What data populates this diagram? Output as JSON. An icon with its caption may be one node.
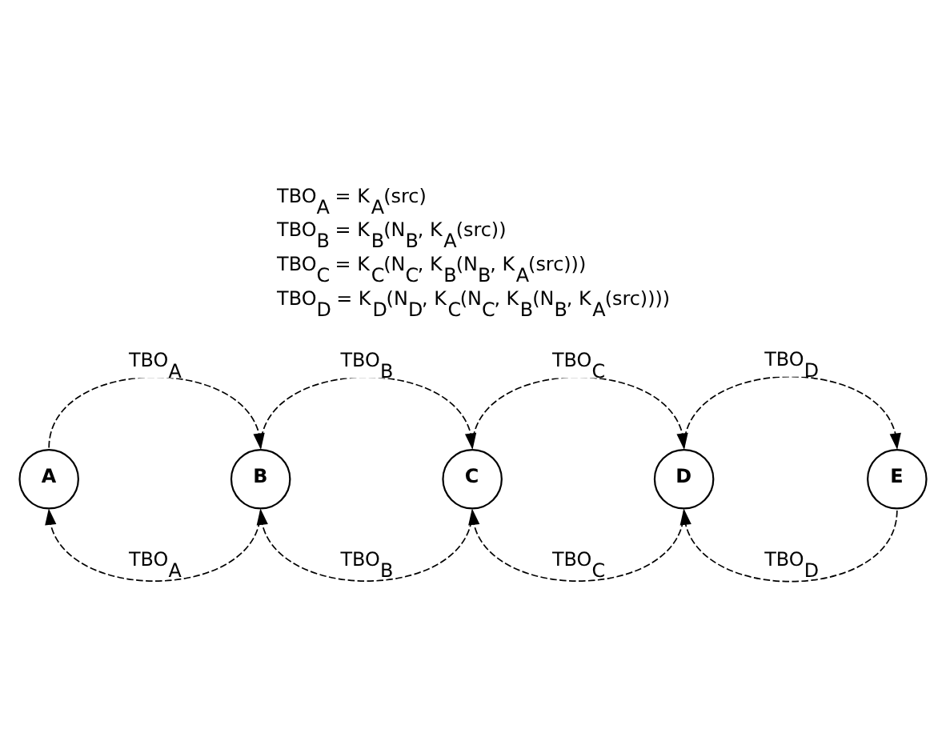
{
  "diagram": {
    "nodes": [
      {
        "text": [
          "A"
        ]
      },
      {
        "text": [
          "B"
        ]
      },
      {
        "text": [
          "C"
        ]
      },
      {
        "text": [
          "D"
        ]
      },
      {
        "text": [
          "E"
        ]
      }
    ],
    "edges": [
      {
        "from": 0,
        "to": 1,
        "arrow": "to",
        "style": "dashed",
        "label": "TBO$_{A}$"
      },
      {
        "from": 1,
        "to": 2,
        "arrow": "to",
        "style": "dashed",
        "label": "TBO$_{B}$"
      },
      {
        "from": 2,
        "to": 3,
        "arrow": "to",
        "style": "dashed",
        "label": "TBO$_{C}$"
      },
      {
        "from": 3,
        "to": 4,
        "arrow": "to",
        "style": "dashed",
        "label": "TBO$_{D}$"
      },
      {
        "from": 1,
        "to": 0,
        "arrow": "to",
        "style": "dashed",
        "label": "TBO$_{A}$"
      },
      {
        "from": 2,
        "to": 1,
        "arrow": "to",
        "style": "dashed",
        "label": "TBO$_{B}$"
      },
      {
        "from": 3,
        "to": 2,
        "arrow": "to",
        "style": "dashed",
        "label": "TBO$_{C}$"
      },
      {
        "from": 4,
        "to": 3,
        "arrow": "to",
        "style": "dashed",
        "label": "TBO$_{D}$"
      }
    ],
    "labels": [
      "TBO$_{A}$ = K$_{A}$(src)",
      "TBO$_{B}$ = K$_{B}$(N$_{B}$, K$_{A}$(src))",
      "TBO$_{C}$ = K$_{C}$(N$_{C}$, K$_{B}$(N$_{B}$, K$_{A}$(src)))",
      "TBO$_{D}$ = K$_{D}$(N$_{D}$, K$_{C}$(N$_{C}$, K$_{B}$(N$_{B}$, K$_{A}$(src))))"
    ]
  }
}
